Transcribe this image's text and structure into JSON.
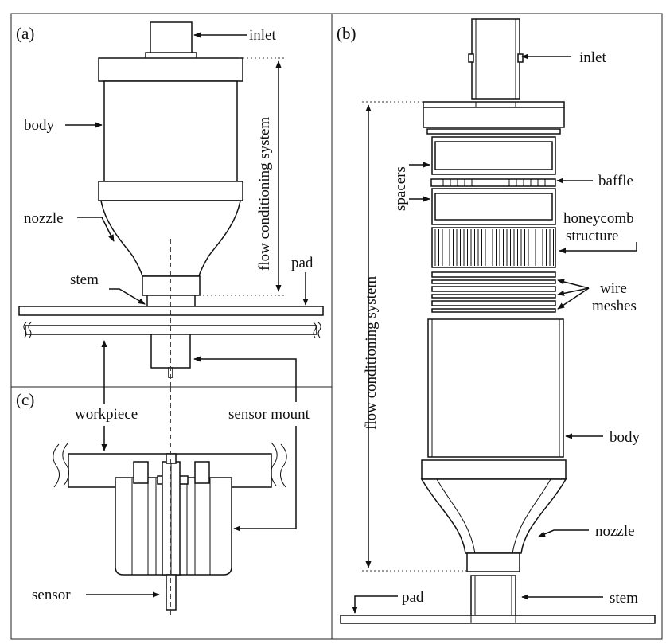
{
  "panels": {
    "a": {
      "tag": "(a)",
      "labels": {
        "inlet": "inlet",
        "body": "body",
        "nozzle": "nozzle",
        "stem": "stem",
        "pad": "pad",
        "flow": "flow conditioning system"
      }
    },
    "b": {
      "tag": "(b)",
      "labels": {
        "inlet": "inlet",
        "spacers": "spacers",
        "baffle": "baffle",
        "honeycomb_1": "honeycomb",
        "honeycomb_2": "structure",
        "wire_1": "wire",
        "wire_2": "meshes",
        "body": "body",
        "nozzle": "nozzle",
        "stem": "stem",
        "pad": "pad",
        "flow": "flow conditioning system"
      }
    },
    "c": {
      "tag": "(c)",
      "labels": {
        "workpiece": "workpiece",
        "sensor_mount": "sensor mount",
        "sensor": "sensor"
      }
    }
  }
}
